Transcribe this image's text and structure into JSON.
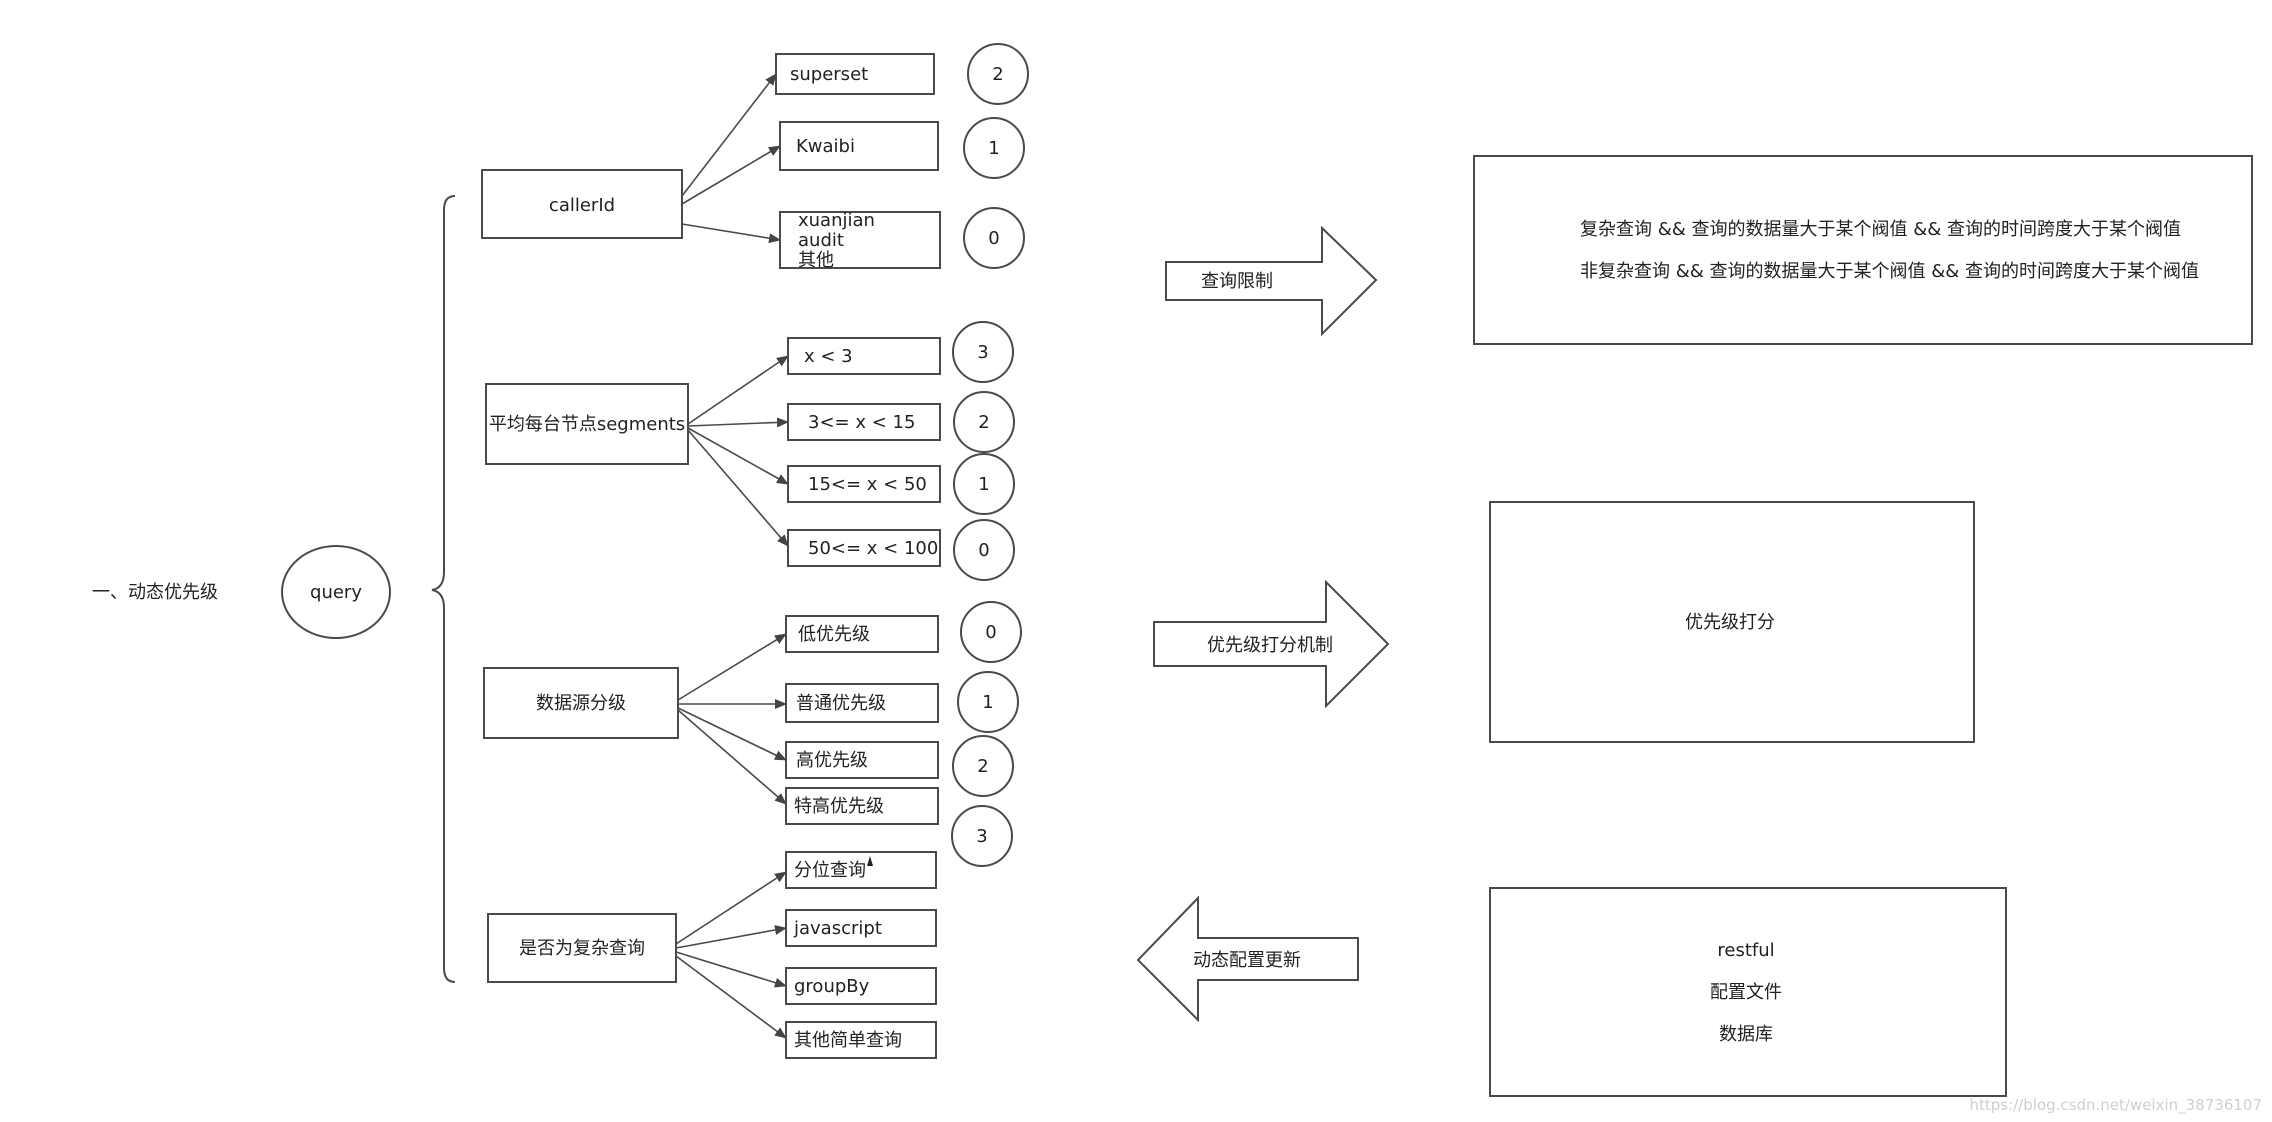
{
  "section_title": "一、动态优先级",
  "root": "query",
  "groups": [
    {
      "label": "callerId",
      "children": [
        {
          "label": "superset",
          "score": "2"
        },
        {
          "label": "Kwaibi",
          "score": "1"
        },
        {
          "label": [
            "xuanjian",
            "audit",
            "其他"
          ],
          "score": "0"
        }
      ]
    },
    {
      "label": "平均每台节点segments",
      "children": [
        {
          "label": "x < 3",
          "score": "3"
        },
        {
          "label": "3<= x < 15",
          "score": "2"
        },
        {
          "label": "15<= x < 50",
          "score": "1"
        },
        {
          "label": "50<= x < 100",
          "score": "0"
        }
      ]
    },
    {
      "label": "数据源分级",
      "children": [
        {
          "label": "低优先级",
          "score": "0"
        },
        {
          "label": "普通优先级",
          "score": "1"
        },
        {
          "label": "高优先级",
          "score": "2"
        },
        {
          "label": "特高优先级",
          "score": "3"
        }
      ]
    },
    {
      "label": "是否为复杂查询",
      "children": [
        {
          "label": "分位查询"
        },
        {
          "label": "javascript"
        },
        {
          "label": "groupBy"
        },
        {
          "label": "其他简单查询"
        }
      ]
    }
  ],
  "arrows": {
    "query_limit": "查询限制",
    "priority_scoring": "优先级打分机制",
    "dynamic_update": "动态配置更新"
  },
  "panels": {
    "limits": [
      "复杂查询 && 查询的数据量大于某个阀值  && 查询的时间跨度大于某个阀值",
      "非复杂查询 && 查询的数据量大于某个阀值 && 查询的时间跨度大于某个阀值"
    ],
    "scoring": "优先级打分",
    "config_sources": [
      "restful",
      "配置文件",
      "数据库"
    ]
  },
  "watermark": "https://blog.csdn.net/weixin_38736107",
  "colors": {
    "stroke": "#4a4a4a",
    "text": "#222222",
    "watermark": "#cfcfcf"
  }
}
